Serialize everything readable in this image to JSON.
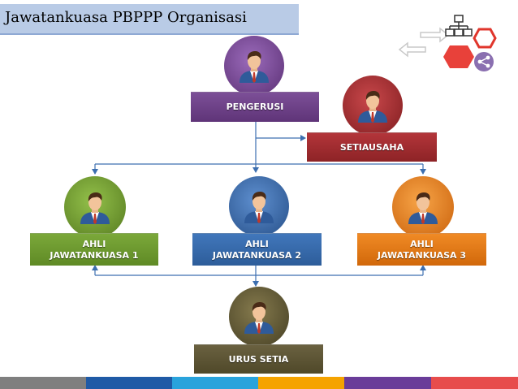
{
  "title": "Jawatankuasa PBPPP Organisasi",
  "roles": {
    "pengerusi": "PENGERUSI",
    "setiausaha": "SETIAUSAHA",
    "ahli1_line1": "AHLI",
    "ahli1_line2": "JAWATANKUASA 1",
    "ahli2_line1": "AHLI",
    "ahli2_line2": "JAWATANKUASA 2",
    "ahli3_line1": "AHLI",
    "ahli3_line2": "JAWATANKUASA 3",
    "urus_setia": "URUS SETIA"
  },
  "colors": {
    "title_bg": "#b9cbe6",
    "pengerusi": "#6b3d86",
    "setiausaha": "#a12a2d",
    "ahli1": "#6f9a2e",
    "ahli2": "#3567a8",
    "ahli3": "#e8770f",
    "urus_setia": "#5d5533",
    "bottom_bar": [
      "#7f7f7f",
      "#1f5aa6",
      "#29a3dc",
      "#f5a300",
      "#6a3c99",
      "#e74c4c"
    ]
  },
  "icons": [
    "org-chart-icon",
    "swap-arrows-icon",
    "hexagon-outline-icon",
    "hexagon-filled-icon",
    "share-icon"
  ]
}
